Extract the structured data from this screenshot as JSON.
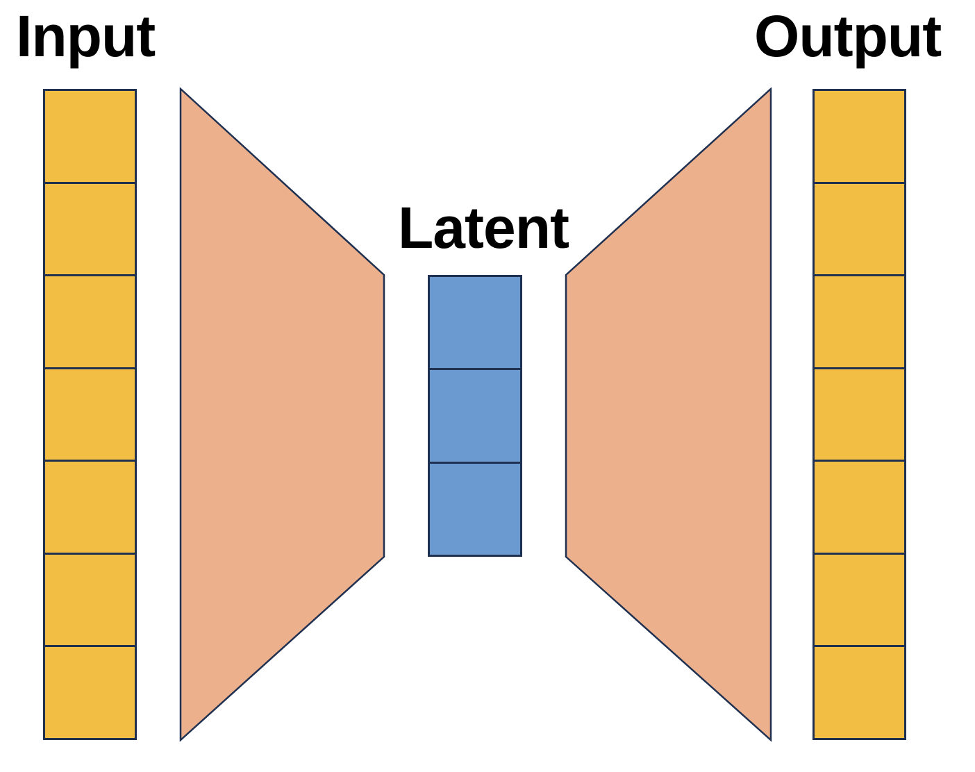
{
  "diagram": {
    "title": "Autoencoder architecture diagram",
    "labels": {
      "input": "Input",
      "latent": "Latent",
      "output": "Output"
    },
    "columns": {
      "input": {
        "cells": 7
      },
      "latent": {
        "cells": 3
      },
      "output": {
        "cells": 7
      }
    },
    "shapes": {
      "encoder": "encoder-trapezoid",
      "decoder": "decoder-trapezoid"
    },
    "colors": {
      "io-cell-fill": "#F3BE44",
      "latent-cell-fill": "#6A9AD0",
      "trapezoid-fill": "#ECB18C",
      "outline": "#203050",
      "label-text": "#000000",
      "background": "#FFFFFF"
    }
  }
}
